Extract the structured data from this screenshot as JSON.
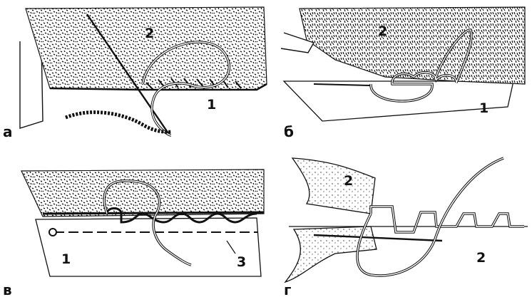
{
  "panels": [
    {
      "letter": "а",
      "labels": [
        "1",
        "2"
      ]
    },
    {
      "letter": "б",
      "labels": [
        "1",
        "2"
      ]
    },
    {
      "letter": "в",
      "labels": [
        "1",
        "3"
      ]
    },
    {
      "letter": "г",
      "labels": [
        "2",
        "2"
      ]
    }
  ]
}
